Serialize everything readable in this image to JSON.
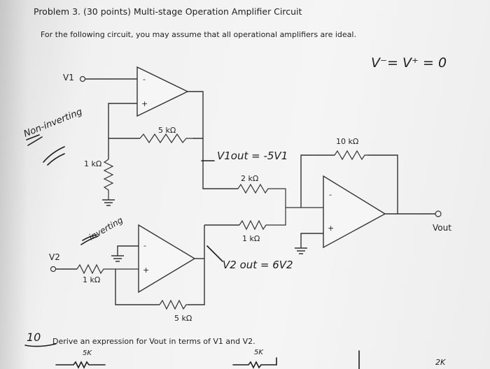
{
  "problem": {
    "title": "Problem 3. (30 points) Multi-stage Operation Amplifier Circuit",
    "instruction": "For the following circuit, you may assume that all operational amplifiers are ideal.",
    "question": "Derive an expression for Vout in terms of V1 and V2."
  },
  "labels": {
    "v1": "V1",
    "v2": "V2",
    "vout": "Vout",
    "r_5k_top": "5 kΩ",
    "r_1k_left": "1 kΩ",
    "r_10k": "10 kΩ",
    "r_2k": "2 kΩ",
    "r_1k_mid": "1 kΩ",
    "r_1k_bottom": "1 kΩ",
    "r_5k_bottom": "5 kΩ",
    "minus": "-",
    "plus": "+"
  },
  "handwriting": {
    "virtual_ground": "V⁻= V⁺ = 0",
    "non_inverting": "Non-inverting",
    "inverting": "inverting",
    "v1_out": "V1out = -5V1",
    "v2_out": "V2 out = 6V2",
    "score": "10",
    "sk_left": "5K",
    "sk_right": "5K",
    "bottom_right": "2K"
  }
}
